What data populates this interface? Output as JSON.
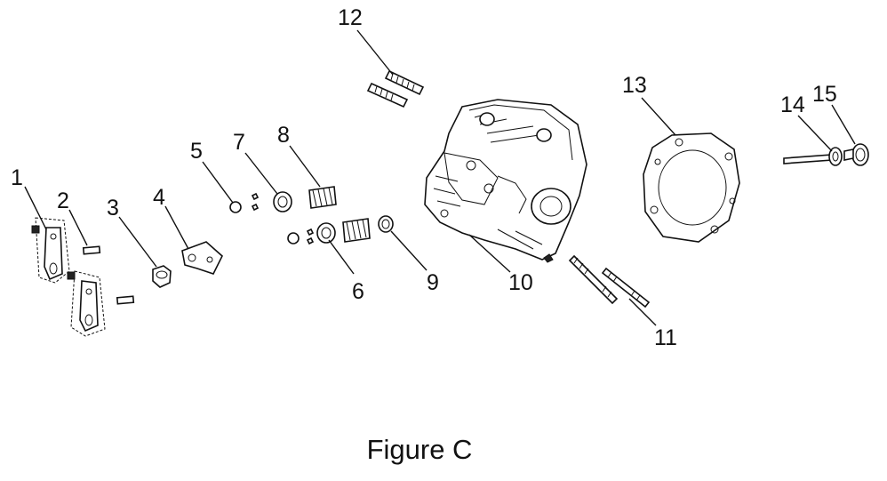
{
  "figure": {
    "caption": "Figure C",
    "callouts": [
      {
        "id": "1",
        "label": "1"
      },
      {
        "id": "2",
        "label": "2"
      },
      {
        "id": "3",
        "label": "3"
      },
      {
        "id": "4",
        "label": "4"
      },
      {
        "id": "5",
        "label": "5"
      },
      {
        "id": "6",
        "label": "6"
      },
      {
        "id": "7",
        "label": "7"
      },
      {
        "id": "8",
        "label": "8"
      },
      {
        "id": "9",
        "label": "9"
      },
      {
        "id": "10",
        "label": "10"
      },
      {
        "id": "11",
        "label": "11"
      },
      {
        "id": "12",
        "label": "12"
      },
      {
        "id": "13",
        "label": "13"
      },
      {
        "id": "14",
        "label": "14"
      },
      {
        "id": "15",
        "label": "15"
      }
    ]
  }
}
